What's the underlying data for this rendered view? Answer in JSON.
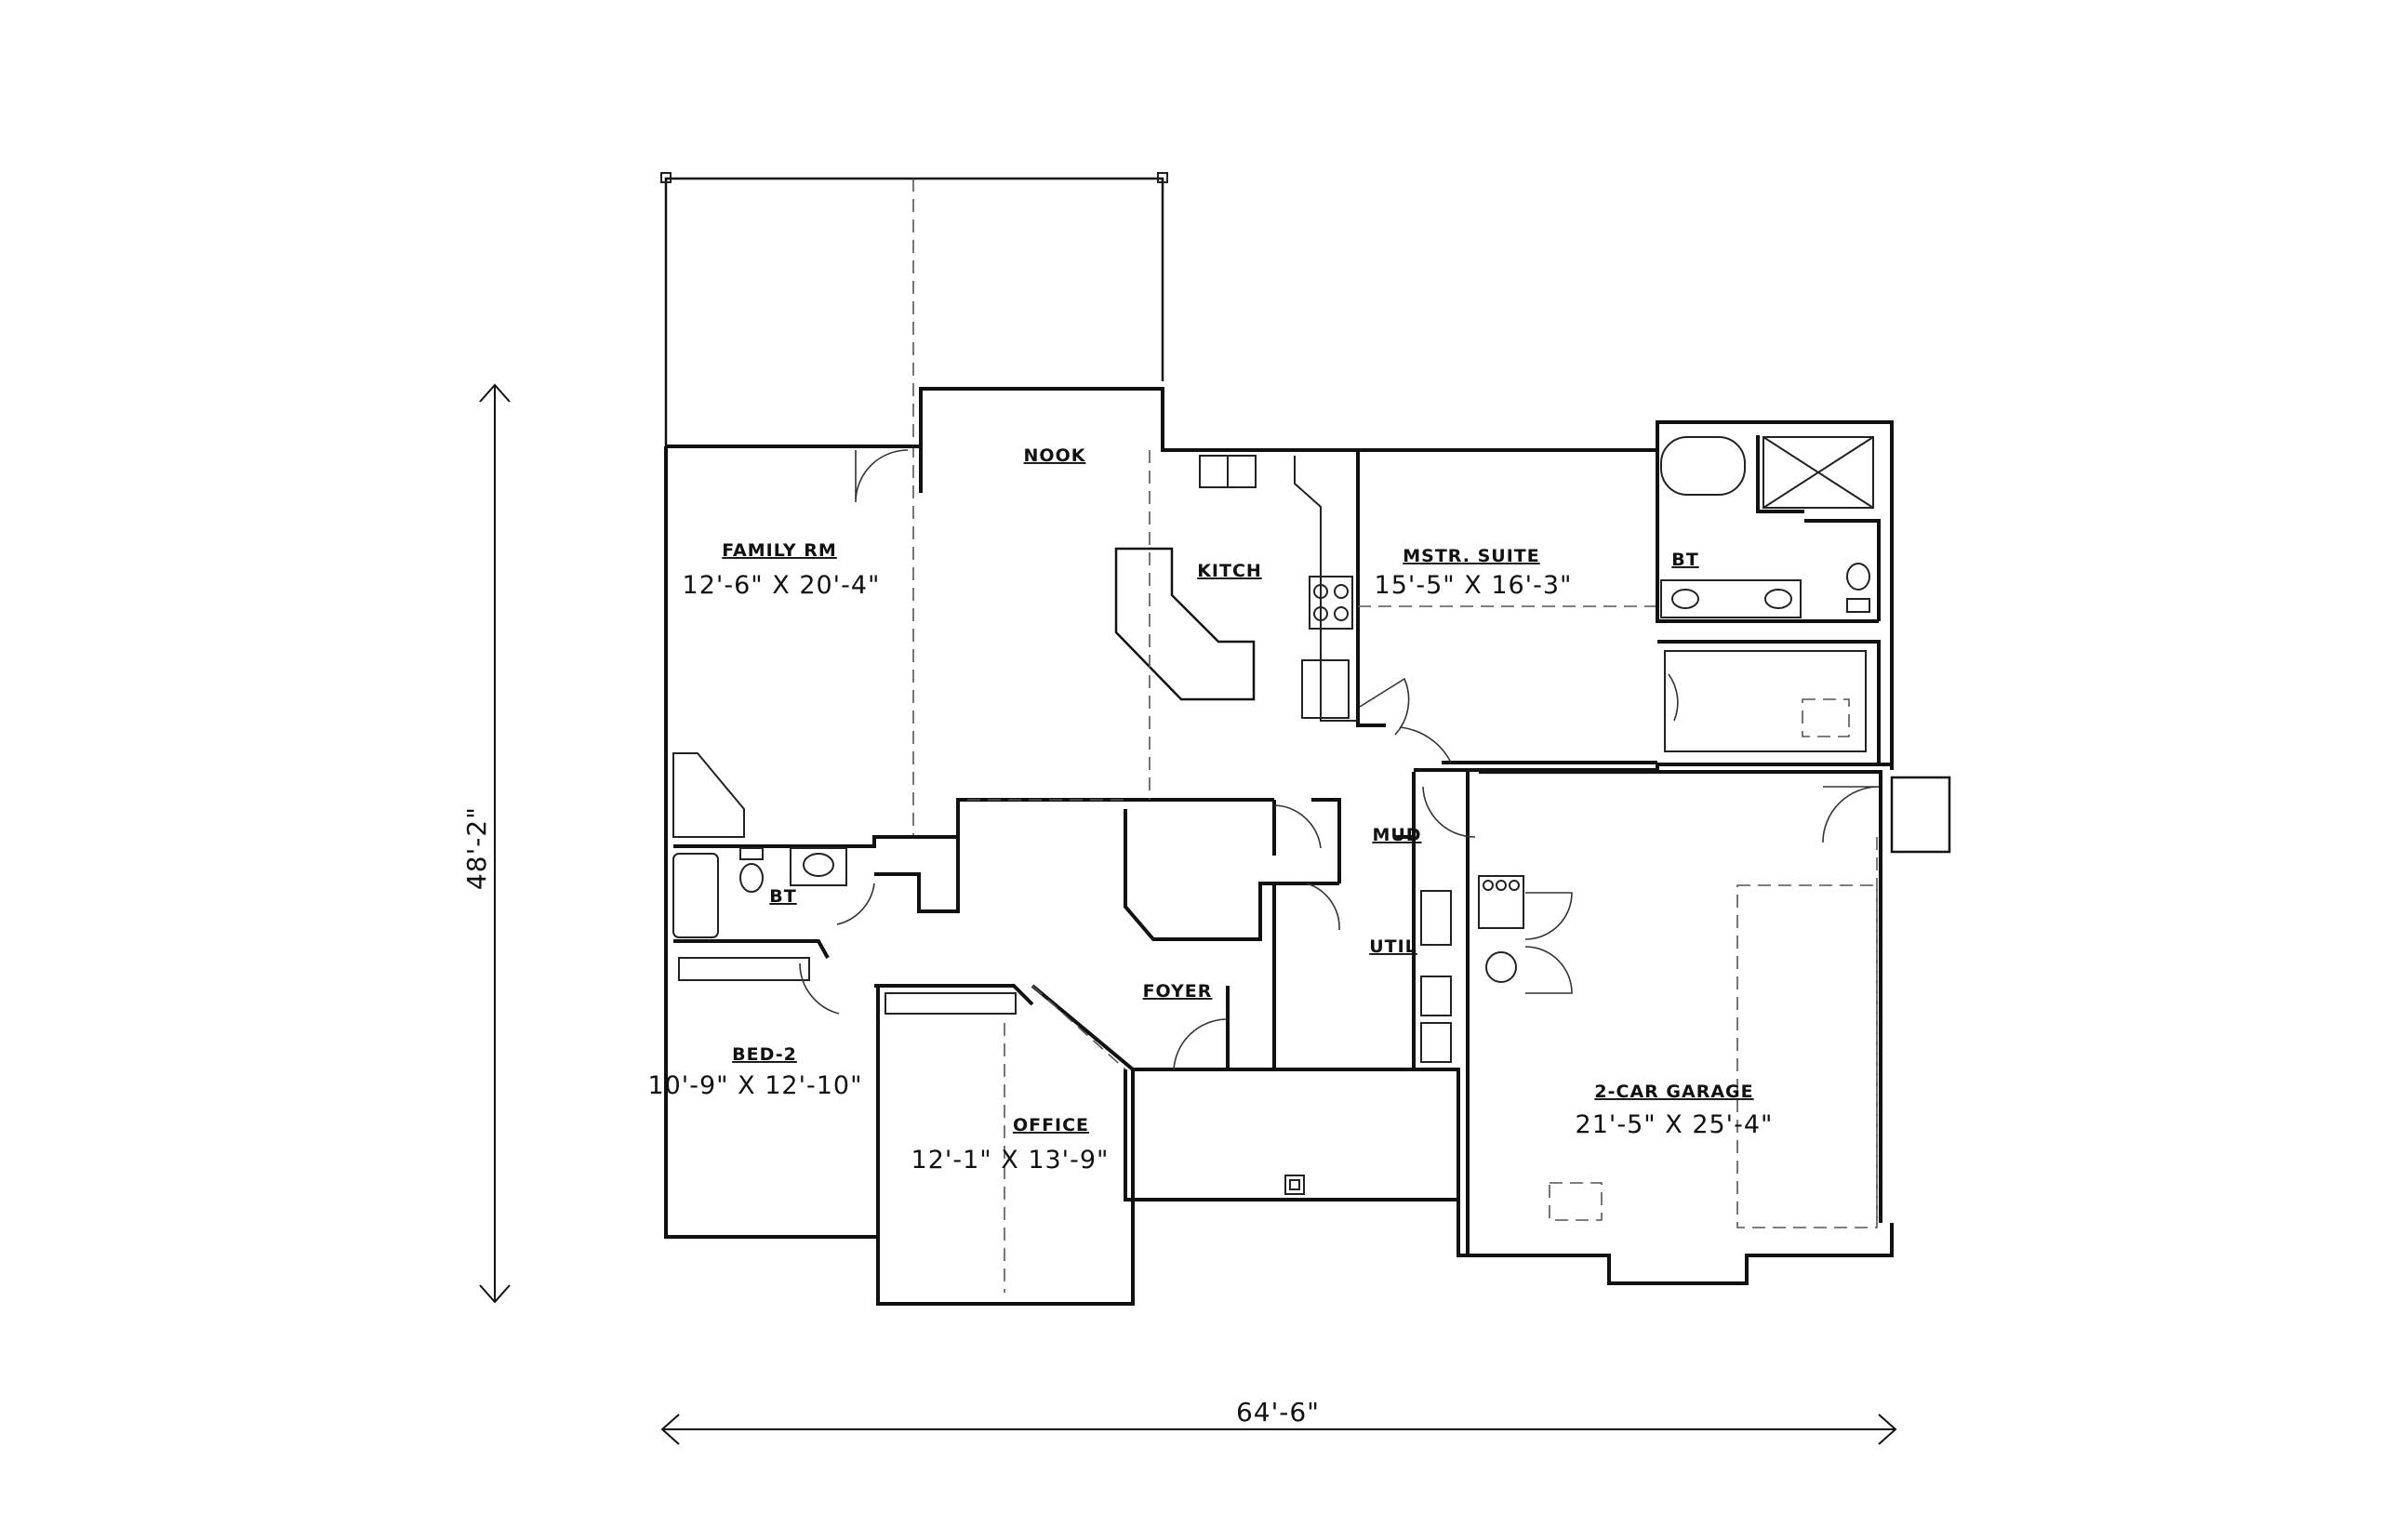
{
  "rooms": {
    "nook": {
      "name": "NOOK"
    },
    "kitchen": {
      "name": "KITCH"
    },
    "family": {
      "name": "FAMILY RM",
      "size": "12'-6\" X 20'-4\""
    },
    "master": {
      "name": "MSTR. SUITE",
      "size": "15'-5\" X 16'-3\""
    },
    "master_bath": {
      "name": "BT"
    },
    "bath2": {
      "name": "BT"
    },
    "mud": {
      "name": "MUD"
    },
    "util": {
      "name": "UTIL"
    },
    "foyer": {
      "name": "FOYER"
    },
    "bed2": {
      "name": "BED-2",
      "size": "10'-9\" X 12'-10\""
    },
    "office": {
      "name": "OFFICE",
      "size": "12'-1\" X 13'-9\""
    },
    "garage": {
      "name": "2-CAR GARAGE",
      "size": "21'-5\" X 25'-4\""
    }
  },
  "dimensions": {
    "depth": "48'-2\"",
    "width": "64'-6\""
  }
}
